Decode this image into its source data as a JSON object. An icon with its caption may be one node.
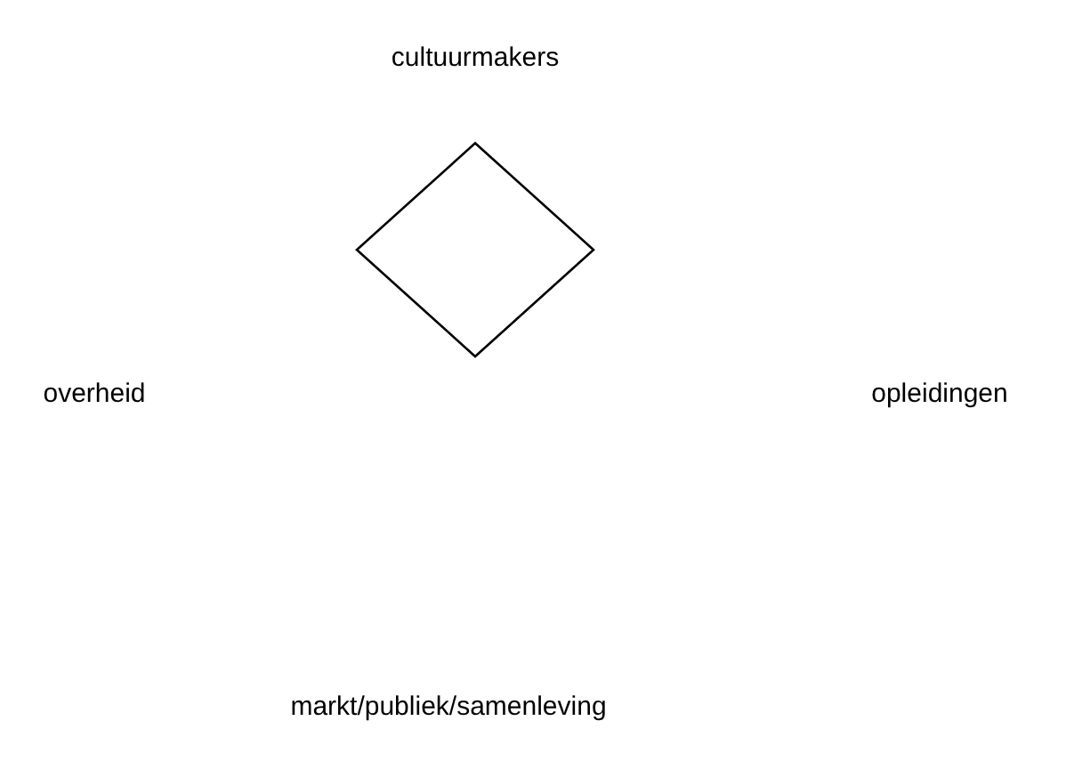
{
  "diagram": {
    "nodes": [
      {
        "text": [],
        "shape": "diamond"
      }
    ],
    "labels": [
      "cultuurmakers",
      "overheid",
      "opleidingen",
      "markt/publiek/samenleving"
    ]
  }
}
